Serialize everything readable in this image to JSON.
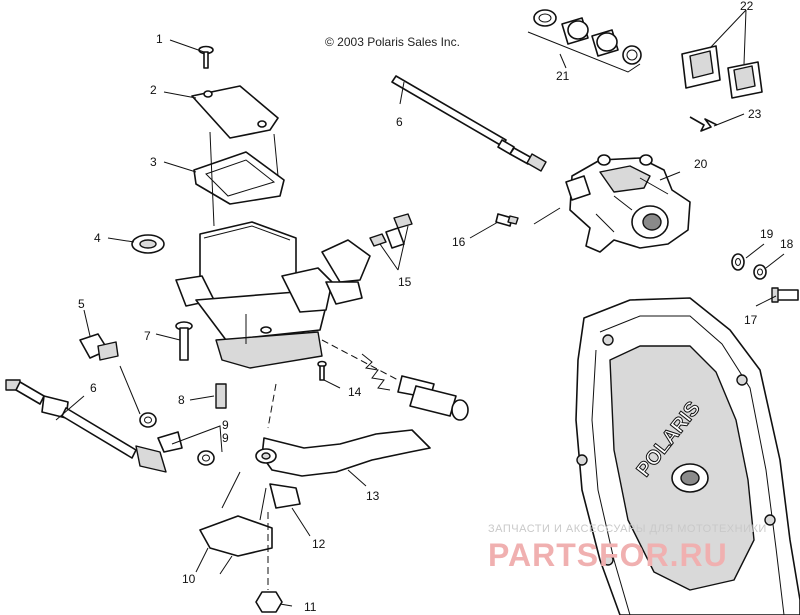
{
  "copyright": "© 2003 Polaris Sales Inc.",
  "brand_on_case": "POLARIS",
  "watermark": {
    "line1": "ЗАПЧАСТИ И АКСЕССУАРЫ ДЛЯ МОТОТЕХНИКИ",
    "line2": "PARTSFOR.RU"
  },
  "callouts": [
    "1",
    "2",
    "3",
    "4",
    "5",
    "6",
    "6",
    "7",
    "8",
    "9",
    "9",
    "10",
    "11",
    "12",
    "13",
    "14",
    "15",
    "16",
    "17",
    "18",
    "19",
    "20",
    "21",
    "22",
    "23"
  ],
  "colors": {
    "ink": "#111111",
    "watermark_text": "#f0b0b0",
    "background": "#ffffff"
  }
}
